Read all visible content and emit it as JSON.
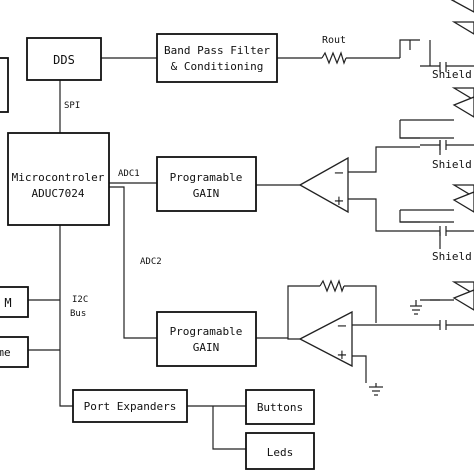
{
  "blocks": {
    "dds": "DDS",
    "bandpass_line1": "Band Pass Filter",
    "bandpass_line2": "& Conditioning",
    "micro_line1": "Microcontroler",
    "micro_line2": "ADUC7024",
    "gain1_line1": "Programable",
    "gain1_line2": "GAIN",
    "gain2_line1": "Programable",
    "gain2_line2": "GAIN",
    "port_expanders": "Port Expanders",
    "buttons": "Buttons",
    "leds": "Leds",
    "left_box_1": "M",
    "left_box_2": "me"
  },
  "signals": {
    "spi": "SPI",
    "adc1": "ADC1",
    "adc2": "ADC2",
    "i2c_line1": "I2C",
    "i2c_line2": "Bus",
    "rout": "Rout",
    "shield_1": "Shield",
    "shield_2": "Shield",
    "shield_3": "Shield"
  },
  "amp_symbols": {
    "minus": "−",
    "plus": "+"
  }
}
